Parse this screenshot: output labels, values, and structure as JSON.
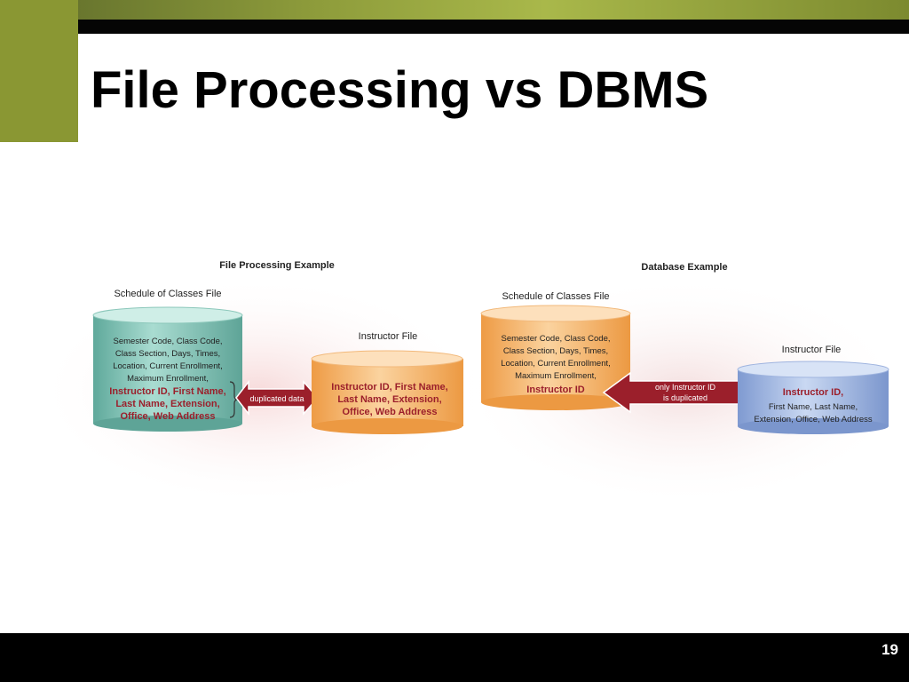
{
  "slide": {
    "title": "File Processing vs DBMS",
    "page_number": "19"
  },
  "diagram": {
    "left": {
      "heading": "File Processing Example",
      "schedule_label": "Schedule of Classes File",
      "schedule_lines": [
        "Semester Code, Class Code,",
        "Class Section, Days, Times,",
        "Location, Current Enrollment,",
        "Maximum Enrollment,"
      ],
      "schedule_red_lines": [
        "Instructor ID, First Name,",
        "Last Name, Extension,",
        "Office, Web Address"
      ],
      "arrow_label": "duplicated data",
      "instructor_label": "Instructor File",
      "instructor_red_lines": [
        "Instructor ID, First Name,",
        "Last Name, Extension,",
        "Office, Web Address"
      ]
    },
    "right": {
      "heading": "Database Example",
      "schedule_label": "Schedule of Classes File",
      "schedule_lines": [
        "Semester Code, Class Code,",
        "Class Section, Days, Times,",
        "Location, Current Enrollment,",
        "Maximum Enrollment,"
      ],
      "schedule_red_line": "Instructor ID",
      "arrow_label_1": "only Instructor ID",
      "arrow_label_2": "is duplicated",
      "instructor_label": "Instructor File",
      "instructor_red_line": "Instructor ID,",
      "instructor_lines": [
        "First Name, Last Name,",
        "Extension, Office, Web Address"
      ]
    }
  },
  "colors": {
    "accent_red": "#9b1f2b",
    "cyl_teal": "#7cc2b4",
    "cyl_orange": "#f4b066",
    "cyl_blue": "#9bb5e0"
  }
}
